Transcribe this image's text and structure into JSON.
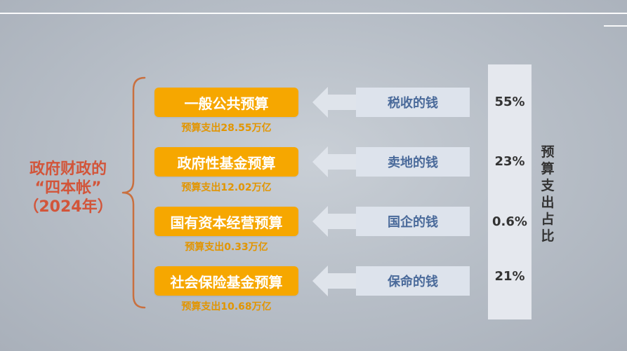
{
  "title": {
    "line1": "政府财政的",
    "line2": "“四本帐”",
    "line3": "（2024年）"
  },
  "rows": [
    {
      "budget": "一般公共预算",
      "spend": "预算支出28.55万亿",
      "source": "税收的钱",
      "ratio": "55%"
    },
    {
      "budget": "政府性基金预算",
      "spend": "预算支出12.02万亿",
      "source": "卖地的钱",
      "ratio": "23%"
    },
    {
      "budget": "国有资本经营预算",
      "spend": "预算支出0.33万亿",
      "source": "国企的钱",
      "ratio": "0.6%"
    },
    {
      "budget": "社会保险基金预算",
      "spend": "预算支出10.68万亿",
      "source": "保命的钱",
      "ratio": "21%"
    }
  ],
  "ratio_label": [
    "预",
    "算",
    "支",
    "出",
    "占",
    "比"
  ],
  "colors": {
    "title": "#d2553a",
    "budget_box": "#f6a700",
    "spend_text": "#e29500",
    "source_box": "#dde3ec",
    "source_text": "#4a6a9a",
    "arrow": "#dfe4eb",
    "brace": "#c9703f"
  }
}
